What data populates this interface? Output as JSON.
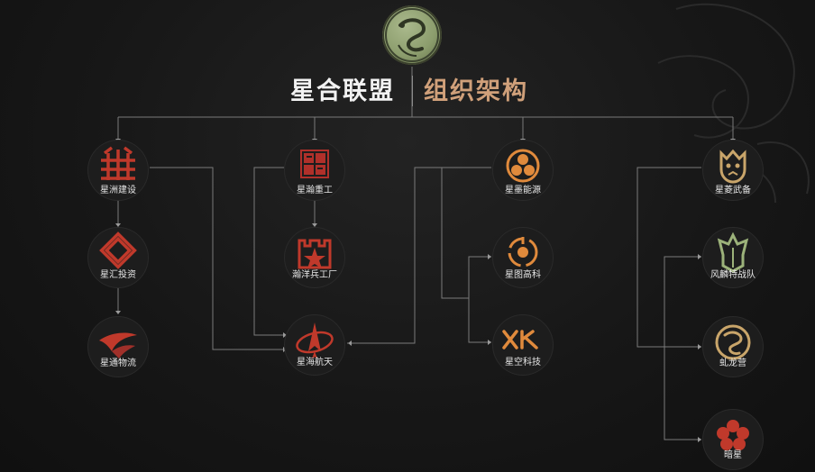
{
  "header": {
    "title_main": "星合联盟",
    "title_sub": "组织架构"
  },
  "colors": {
    "line": "#7a7a7a",
    "accent_red": "#c0392b",
    "accent_orange": "#e08a3c",
    "accent_gold": "#c9a56a",
    "accent_green": "#8c9d6d",
    "title_sub": "#d0a07a"
  },
  "nodes": {
    "xingzhou_jianshe": {
      "label": "星洲建设",
      "icon": "lattice-icon"
    },
    "xinghui_touzi": {
      "label": "星汇投资",
      "icon": "knot-icon"
    },
    "xingtong_wuliu": {
      "label": "星通物流",
      "icon": "swoosh-icon"
    },
    "xinghan_zhonggong": {
      "label": "星瀚重工",
      "icon": "seal-icon"
    },
    "hanyang_bingong": {
      "label": "瀚洋兵工厂",
      "icon": "star-gate-icon"
    },
    "xinghai_hangtian": {
      "label": "星海航天",
      "icon": "rocket-icon"
    },
    "xingyuan_nengyuan": {
      "label": "星墨能源",
      "icon": "triple-circle-icon"
    },
    "xingtu_gaoke": {
      "label": "星图高科",
      "icon": "orbit-icon"
    },
    "xingkong_keji": {
      "label": "星空科技",
      "icon": "xk-icon"
    },
    "xingling_wubei": {
      "label": "星菱武备",
      "icon": "beast-head-icon"
    },
    "fenglin_zhandui": {
      "label": "风麟特战队",
      "icon": "helmet-icon"
    },
    "qiulong_ying": {
      "label": "虬龙营",
      "icon": "dragon-icon"
    },
    "anxing": {
      "label": "暗星",
      "icon": "blossom-icon"
    }
  }
}
